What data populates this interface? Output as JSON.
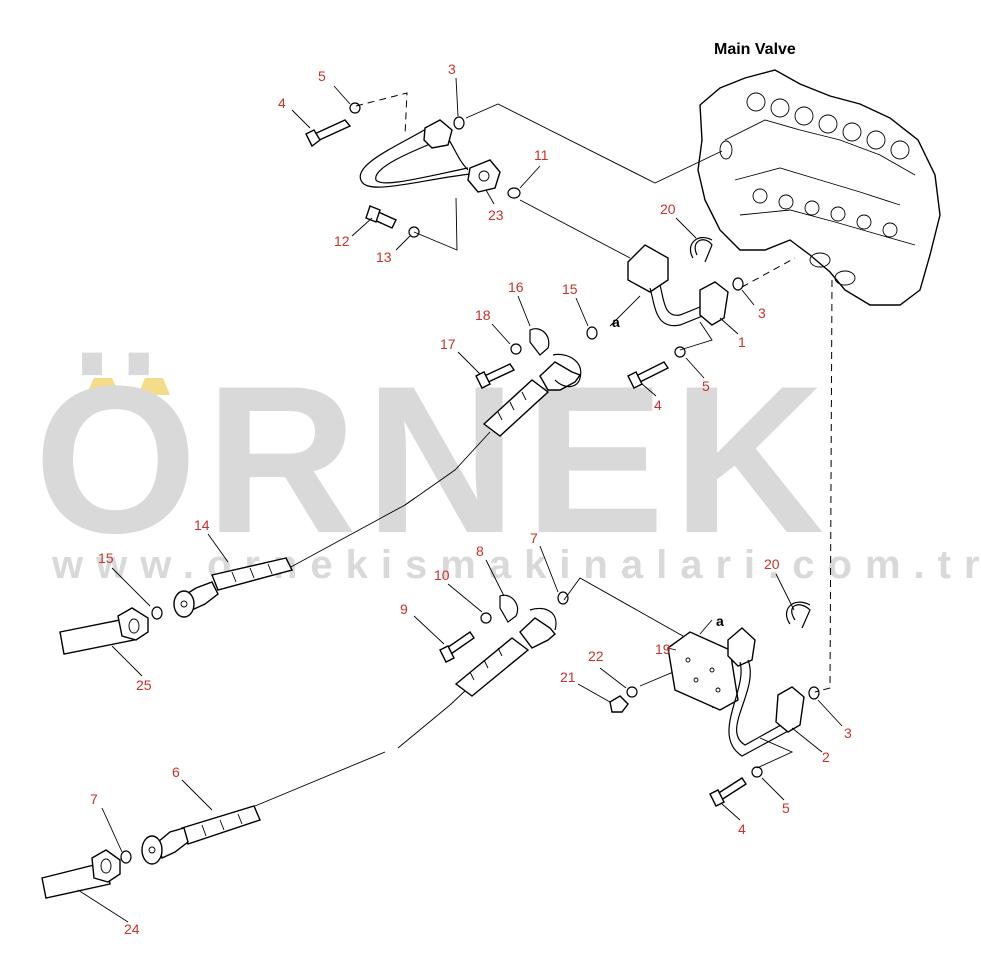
{
  "diagram": {
    "title": "Main Valve",
    "labels": [
      {
        "id": "lbl-4a",
        "text": "4"
      },
      {
        "id": "lbl-5a",
        "text": "5"
      },
      {
        "id": "lbl-3a",
        "text": "3"
      },
      {
        "id": "lbl-11",
        "text": "11"
      },
      {
        "id": "lbl-12",
        "text": "12"
      },
      {
        "id": "lbl-13",
        "text": "13"
      },
      {
        "id": "lbl-23",
        "text": "23"
      },
      {
        "id": "lbl-20a",
        "text": "20"
      },
      {
        "id": "lbl-16",
        "text": "16"
      },
      {
        "id": "lbl-15a",
        "text": "15"
      },
      {
        "id": "lbl-18",
        "text": "18"
      },
      {
        "id": "lbl-17",
        "text": "17"
      },
      {
        "id": "lbl-a1",
        "text": "a"
      },
      {
        "id": "lbl-1",
        "text": "1"
      },
      {
        "id": "lbl-3b",
        "text": "3"
      },
      {
        "id": "lbl-4b",
        "text": "4"
      },
      {
        "id": "lbl-5b",
        "text": "5"
      },
      {
        "id": "lbl-14",
        "text": "14"
      },
      {
        "id": "lbl-15b",
        "text": "15"
      },
      {
        "id": "lbl-25",
        "text": "25"
      },
      {
        "id": "lbl-7a",
        "text": "7"
      },
      {
        "id": "lbl-8",
        "text": "8"
      },
      {
        "id": "lbl-10",
        "text": "10"
      },
      {
        "id": "lbl-9",
        "text": "9"
      },
      {
        "id": "lbl-20b",
        "text": "20"
      },
      {
        "id": "lbl-a2",
        "text": "a"
      },
      {
        "id": "lbl-19",
        "text": "19"
      },
      {
        "id": "lbl-22",
        "text": "22"
      },
      {
        "id": "lbl-21",
        "text": "21"
      },
      {
        "id": "lbl-3c",
        "text": "3"
      },
      {
        "id": "lbl-2",
        "text": "2"
      },
      {
        "id": "lbl-5c",
        "text": "5"
      },
      {
        "id": "lbl-4c",
        "text": "4"
      },
      {
        "id": "lbl-6",
        "text": "6"
      },
      {
        "id": "lbl-7b",
        "text": "7"
      },
      {
        "id": "lbl-24",
        "text": "24"
      }
    ]
  },
  "watermark": {
    "text": "ÖRNEK",
    "url": "www.ornekismakinalari.com.tr",
    "color": "#d9d9d9",
    "accent": "#f3dc8a"
  }
}
